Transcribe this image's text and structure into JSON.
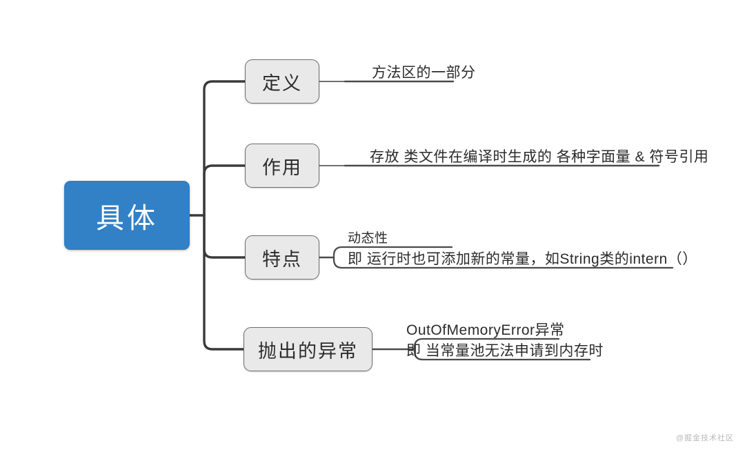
{
  "diagram": {
    "type": "mindmap",
    "root": {
      "label": "具体"
    },
    "branches": [
      {
        "id": "define",
        "label": "定义",
        "leaves": [
          {
            "text": "方法区的一部分"
          }
        ]
      },
      {
        "id": "role",
        "label": "作用",
        "leaves": [
          {
            "text": "存放 类文件在编译时生成的 各种字面量 & 符号引用"
          }
        ]
      },
      {
        "id": "feature",
        "label": "特点",
        "leaves": [
          {
            "text": "动态性"
          },
          {
            "text": "即 运行时也可添加新的常量，如String类的intern（）"
          }
        ]
      },
      {
        "id": "exception",
        "label": "抛出的异常",
        "leaves": [
          {
            "text": "OutOfMemoryError异常"
          },
          {
            "text": "即 当常量池无法申请到内存时"
          }
        ]
      }
    ]
  },
  "watermark": {
    "text": "@掘金技术社区"
  },
  "colors": {
    "root_fill": "#3280c6",
    "root_text": "#ffffff",
    "branch_fill": "#e9e9e9",
    "branch_stroke": "#6d6d6d",
    "wire": "#3a3a3a",
    "leaf_text": "#2b2b2b",
    "background": "#ffffff"
  }
}
